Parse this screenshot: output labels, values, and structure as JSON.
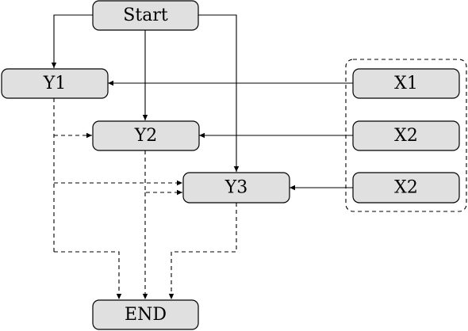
{
  "diagram": {
    "nodes": {
      "start": "Start",
      "y1": "Y1",
      "y2": "Y2",
      "y3": "Y3",
      "x1": "X1",
      "x2": "X2",
      "x3": "X2",
      "end": "END"
    },
    "node_fill": "#e0e0e0",
    "stroke_color": "#000000",
    "input_group": "dashed-border"
  }
}
